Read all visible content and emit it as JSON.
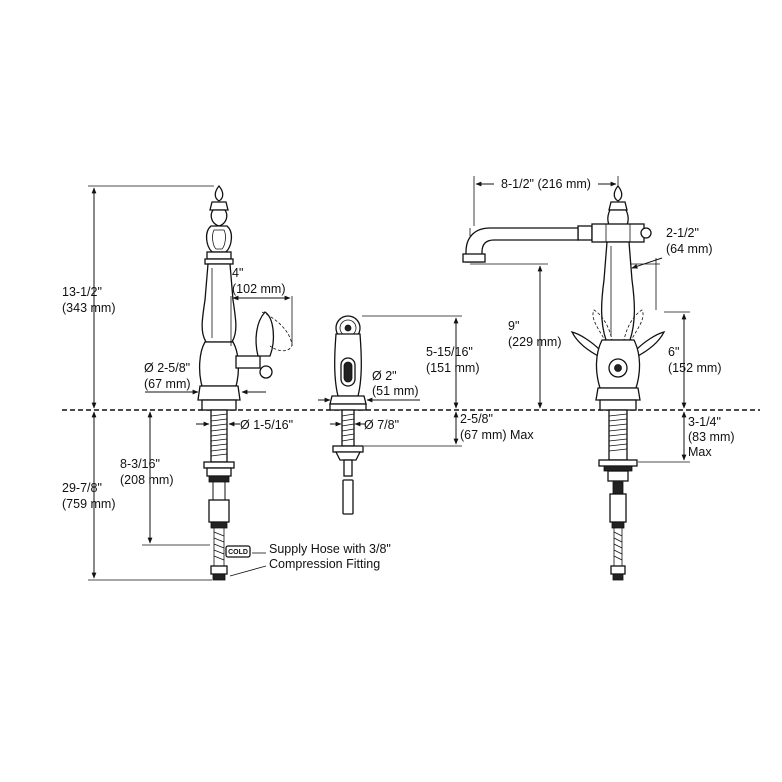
{
  "dimensions": {
    "overall_height": [
      "13-1/2\"",
      "(343 mm)"
    ],
    "below_deck_total": [
      "29-7/8\"",
      "(759 mm)"
    ],
    "handle_clearance": [
      "4\"",
      "(102 mm)"
    ],
    "base_diameter": [
      "Ø 2-5/8\"",
      "(67 mm)"
    ],
    "shank_diameter": "Ø 1-5/16\"",
    "shank_length": [
      "8-3/16\"",
      "(208 mm)"
    ],
    "sprayer_height": [
      "5-15/16\"",
      "(151 mm)"
    ],
    "sprayer_diameter": [
      "Ø 2\"",
      "(51 mm)"
    ],
    "sprayer_shank": "Ø 7/8\"",
    "deck_thickness": [
      "2-5/8\"",
      "(67 mm) Max"
    ],
    "spout_reach": "8-1/2\" (216 mm)",
    "handle_swing": [
      "2-1/2\"",
      "(64 mm)"
    ],
    "spout_height": [
      "9\"",
      "(229 mm)"
    ],
    "handle_height": [
      "6\"",
      "(152 mm)"
    ],
    "max_deck_side": [
      "3-1/4\"",
      "(83 mm)",
      "Max"
    ]
  },
  "labels": {
    "cold_tag": "COLD",
    "supply_hose": [
      "Supply Hose with 3/8\"",
      "Compression Fitting"
    ]
  }
}
